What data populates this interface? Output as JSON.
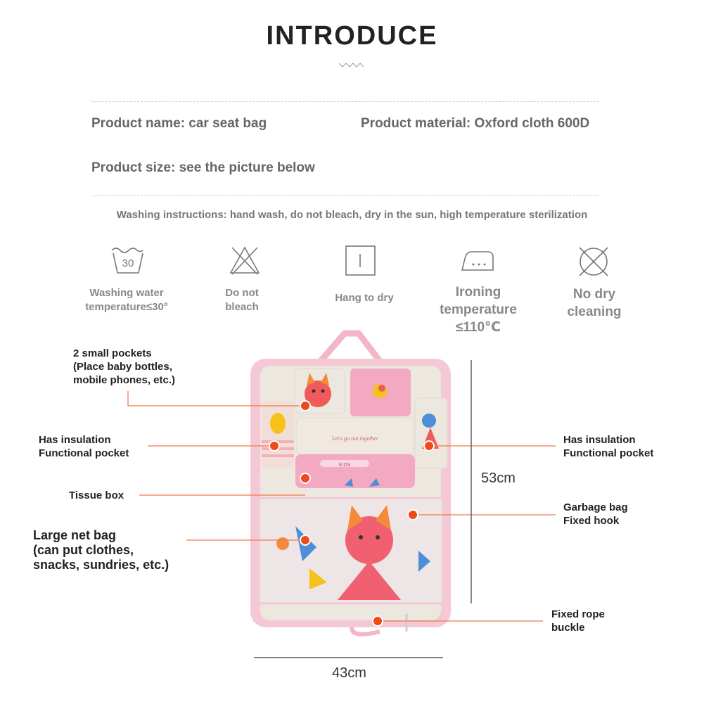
{
  "page": {
    "title": "INTRODUCE",
    "product_name": "Product name: car seat bag",
    "product_material": "Product material: Oxford cloth 600D",
    "product_size": "Product size: see the picture below",
    "washing_instructions": "Washing instructions: hand wash, do not bleach, dry in the sun, high temperature sterilization"
  },
  "care_icons": [
    {
      "icon": "wash-30-icon",
      "glyph": "30",
      "label_line1": "Washing water",
      "label_line2": "temperature≤30°"
    },
    {
      "icon": "no-bleach-icon",
      "label_line1": "Do not",
      "label_line2": "bleach"
    },
    {
      "icon": "hang-dry-icon",
      "label_line1": "Hang to dry"
    },
    {
      "icon": "iron-icon",
      "label_line1": "Ironing",
      "label_line2": "temperature",
      "label_line3": "≤110℃"
    },
    {
      "icon": "no-dry-clean-icon",
      "label_line1": "No dry",
      "label_line2": "cleaning"
    }
  ],
  "callouts": {
    "small_pockets": {
      "line1": "2 small pockets",
      "line2": "(Place baby bottles,",
      "line3": "mobile phones, etc.)"
    },
    "insulation_left": {
      "line1": "Has insulation",
      "line2": "Functional pocket"
    },
    "tissue_box": {
      "line1": "Tissue box"
    },
    "net_bag": {
      "line1": "Large net bag",
      "line2": "(can put clothes,",
      "line3": "snacks, sundries, etc.)"
    },
    "insulation_right": {
      "line1": "Has insulation",
      "line2": "Functional pocket"
    },
    "garbage_hook": {
      "line1": "Garbage bag",
      "line2": "Fixed hook"
    },
    "rope_buckle": {
      "line1": "Fixed rope",
      "line2": "buckle"
    }
  },
  "dimensions": {
    "height": "53cm",
    "width": "43cm"
  },
  "product_print": {
    "tagline": "Let's go out together",
    "brand": "KIDS"
  },
  "colors": {
    "accent": "#f0642a",
    "pink": "#f3b6c8",
    "beige": "#ece7df",
    "line": "#f07a4a"
  }
}
